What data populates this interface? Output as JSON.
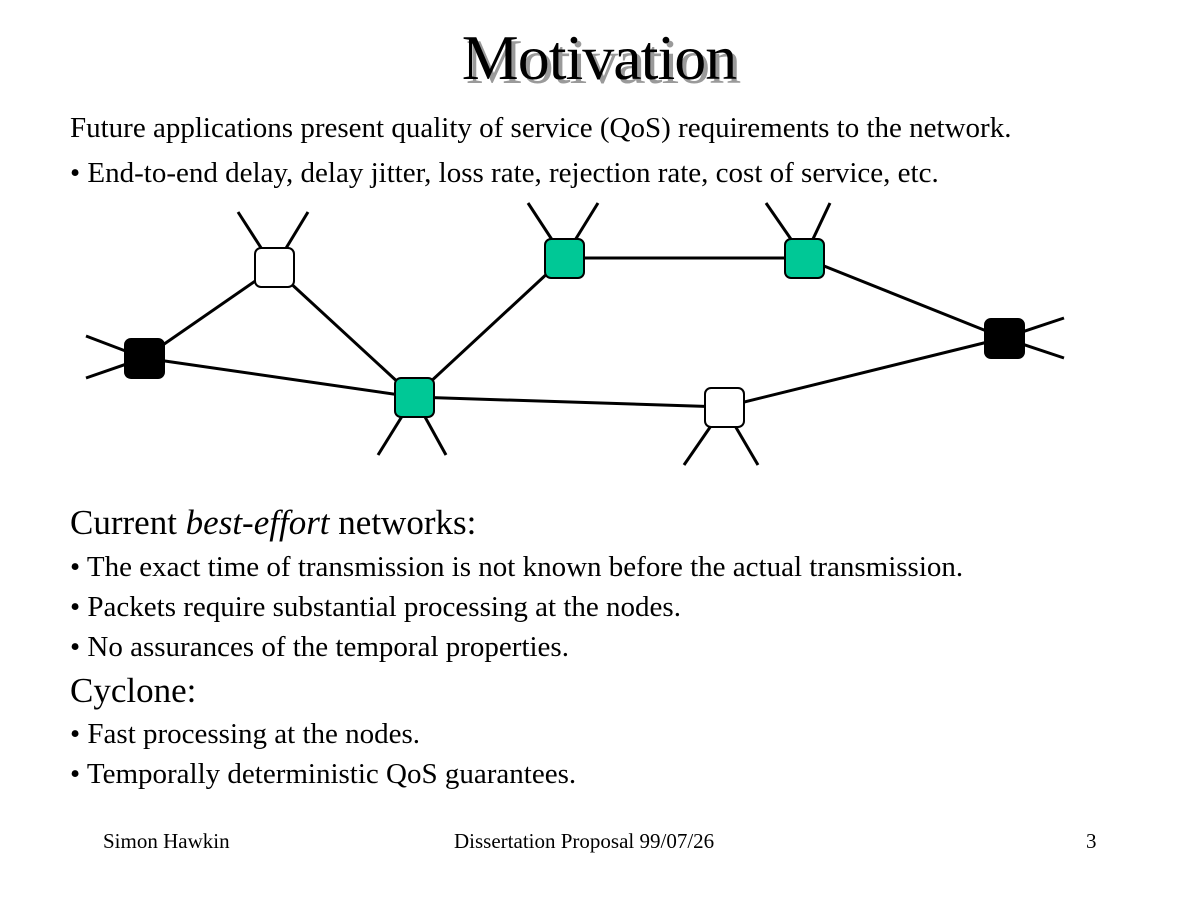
{
  "slide": {
    "title": "Motivation",
    "intro": "Future applications present quality of service (QoS) requirements to the network.",
    "intro_bullet": "• End-to-end delay, delay jitter, loss rate, rejection rate, cost of service, etc.",
    "current": {
      "heading_pre": "Current ",
      "heading_em": "best-effort",
      "heading_post": " networks:",
      "bullets": [
        "• The exact time of transmission is not known before the actual transmission.",
        "• Packets require substantial processing at the nodes.",
        "• No assurances of the temporal properties."
      ]
    },
    "cyclone": {
      "heading": "Cyclone:",
      "bullets": [
        "• Fast processing at the nodes.",
        "• Temporally deterministic QoS guarantees."
      ]
    }
  },
  "footer": {
    "author": "Simon Hawkin",
    "center": "Dissertation Proposal 99/07/26",
    "page": "3"
  },
  "network": {
    "colors": {
      "endpoint": "#000000",
      "path": "#00c896",
      "idle": "#ffffff"
    },
    "nodes": [
      {
        "id": "left-end",
        "kind": "endpoint"
      },
      {
        "id": "top-left",
        "kind": "idle"
      },
      {
        "id": "mid-bottom",
        "kind": "path"
      },
      {
        "id": "top-mid",
        "kind": "path"
      },
      {
        "id": "top-right",
        "kind": "path"
      },
      {
        "id": "bottom-right",
        "kind": "idle"
      },
      {
        "id": "right-end",
        "kind": "endpoint"
      }
    ],
    "links": [
      [
        "left-end",
        "top-left"
      ],
      [
        "left-end",
        "mid-bottom"
      ],
      [
        "top-left",
        "mid-bottom"
      ],
      [
        "mid-bottom",
        "top-mid"
      ],
      [
        "top-mid",
        "top-right"
      ],
      [
        "top-right",
        "right-end"
      ],
      [
        "mid-bottom",
        "bottom-right"
      ],
      [
        "bottom-right",
        "right-end"
      ]
    ]
  }
}
